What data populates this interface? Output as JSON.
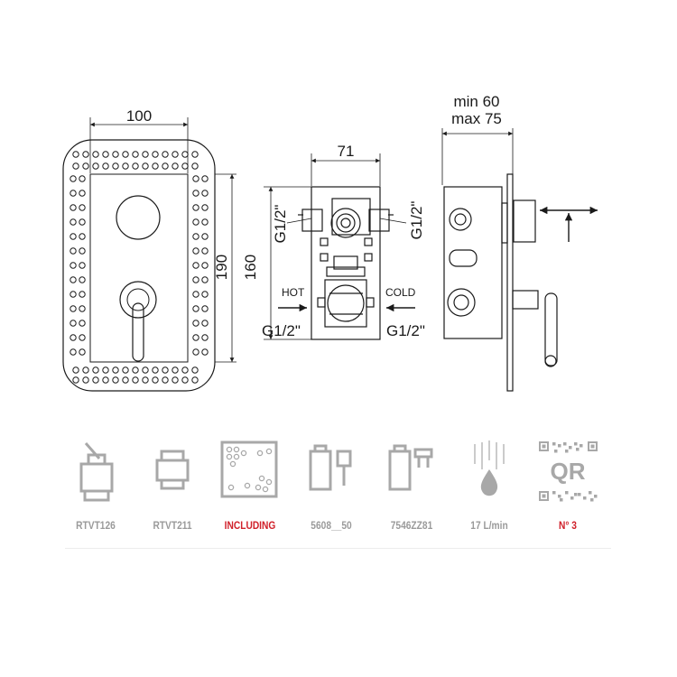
{
  "front": {
    "width": "100",
    "height_outer": "190",
    "height_inner": "160"
  },
  "body_view": {
    "width": "71",
    "left_port": "G1/2\"",
    "right_port": "G1/2\"",
    "hot_label": "HOT",
    "cold_label": "COLD",
    "hot_port": "G1/2\"",
    "cold_port": "G1/2\""
  },
  "side_view": {
    "depth_min": "min 60",
    "depth_max": "max 75"
  },
  "features": [
    {
      "code": "RTVT126",
      "icon": "cartridge-icon",
      "highlight": false
    },
    {
      "code": "RTVT211",
      "icon": "extension-sleeve-icon",
      "highlight": false
    },
    {
      "code": "INCLUDING",
      "icon": "dotted-plate-icon",
      "highlight": true
    },
    {
      "code": "5608__50",
      "icon": "body-kit-icon",
      "highlight": false
    },
    {
      "code": "7546ZZ81",
      "icon": "body-kit-alt-icon",
      "highlight": false
    },
    {
      "code": "17 L/min",
      "icon": "water-flow-icon",
      "highlight": false
    },
    {
      "code": "N° 3",
      "icon": "qr-code-icon",
      "highlight": true
    }
  ],
  "colors": {
    "line": "#1a1a1a",
    "icon_gray": "#a8a8a8",
    "label_gray": "#9a9a9a",
    "accent_red": "#d0202a"
  }
}
